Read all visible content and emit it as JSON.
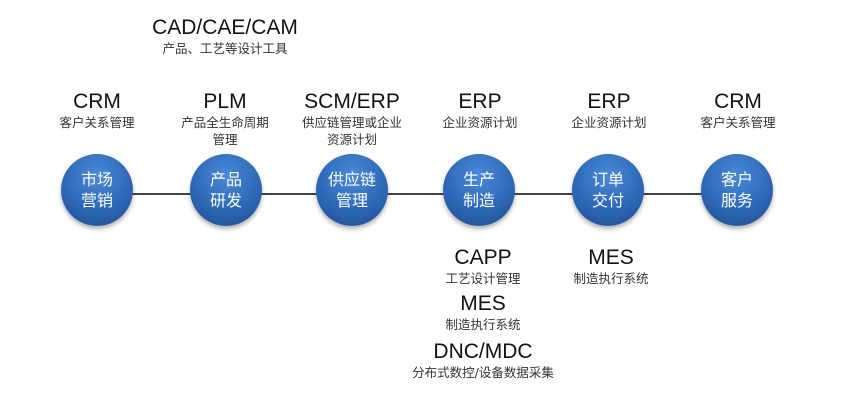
{
  "top_label": {
    "title": "CAD/CAE/CAM",
    "subtitle": "产品、工艺等设计工具"
  },
  "nodes": [
    {
      "label": "市场营销",
      "upper": {
        "title": "CRM",
        "subtitle": "客户关系管理"
      }
    },
    {
      "label": "产品研发",
      "upper": {
        "title": "PLM",
        "subtitle": "产品全生命周期管理"
      }
    },
    {
      "label": "供应链管理",
      "upper": {
        "title": "SCM/ERP",
        "subtitle": "供应链管理或企业资源计划"
      }
    },
    {
      "label": "生产制造",
      "upper": {
        "title": "ERP",
        "subtitle": "企业资源计划"
      }
    },
    {
      "label": "订单交付",
      "upper": {
        "title": "ERP",
        "subtitle": "企业资源计划"
      }
    },
    {
      "label": "客户服务",
      "upper": {
        "title": "CRM",
        "subtitle": "客户关系管理"
      }
    }
  ],
  "lower": {
    "production": [
      {
        "title": "CAPP",
        "subtitle": "工艺设计管理"
      },
      {
        "title": "MES",
        "subtitle": "制造执行系统"
      },
      {
        "title": "DNC/MDC",
        "subtitle": "分布式数控/设备数据采集"
      }
    ],
    "delivery": [
      {
        "title": "MES",
        "subtitle": "制造执行系统"
      }
    ]
  }
}
